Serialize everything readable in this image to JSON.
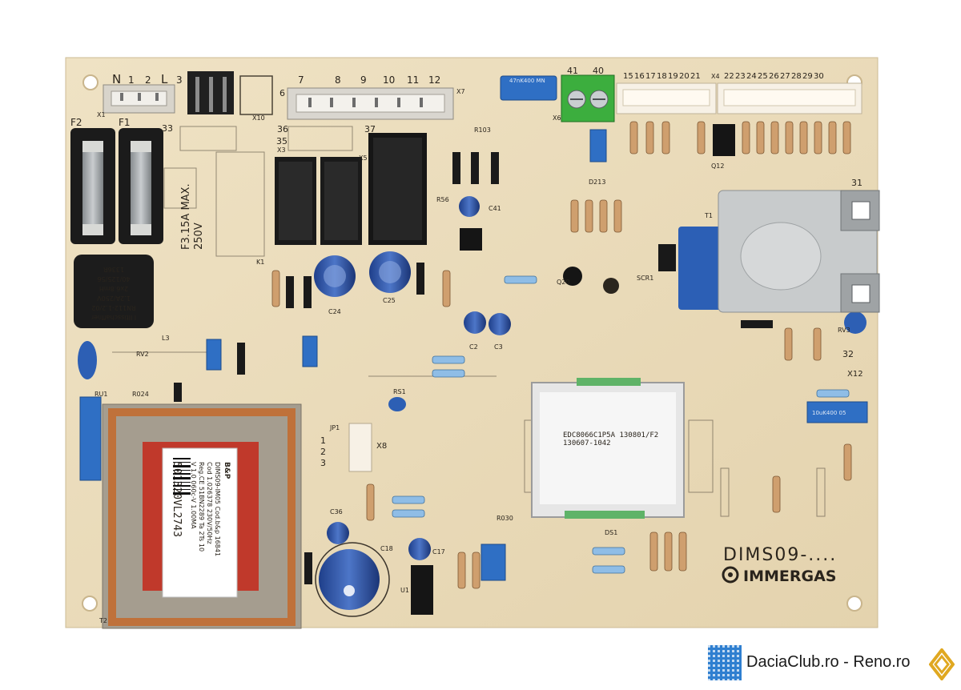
{
  "pcb": {
    "board_model": "DIMS09-....",
    "brand": "IMMERGAS",
    "fuse_text": [
      "F3.15A MAX.",
      "250V"
    ],
    "fuse_labels": [
      "F2",
      "F1"
    ],
    "mains_labels": [
      "N",
      "1",
      "2",
      "L",
      "3"
    ],
    "connector_numbers_top": [
      "7",
      "8",
      "9",
      "10",
      "11",
      "12"
    ],
    "connector_numbers_right": [
      "15",
      "16",
      "17",
      "18",
      "19",
      "20",
      "21",
      "22",
      "23",
      "24",
      "25",
      "26",
      "27",
      "28",
      "29",
      "30"
    ],
    "terminal_numbers": [
      "41",
      "40"
    ],
    "connector_ids": [
      "X1",
      "X10",
      "X7",
      "X3",
      "X5",
      "X6",
      "X4",
      "X8",
      "X12",
      "33",
      "35",
      "36",
      "37",
      "31",
      "32",
      "6"
    ],
    "component_labels": [
      "R103",
      "C41",
      "R56",
      "D213",
      "Q12",
      "T1",
      "SCR1",
      "Q20",
      "RV3",
      "K1",
      "C24",
      "C25",
      "C2",
      "C3",
      "RS1",
      "JP1",
      "C36",
      "C18",
      "C17",
      "U1",
      "DS1",
      "RV2",
      "R024",
      "RU1",
      "L3",
      "T2",
      "R030"
    ],
    "jumper_numbers": [
      "1",
      "2",
      "3"
    ],
    "display_module_text": [
      "EDC8066C1P5A 130801/F2",
      "130607-1042"
    ],
    "filter_text": [
      "I Iltisschaffner",
      "RN112-1.2/02",
      "1.2A/250V",
      "2x6.8mH",
      "40/125/56",
      "1336R"
    ],
    "transformer_label": {
      "brand": "B&P",
      "lines": [
        "DIMS09-IM05   Cod.b&p 16841",
        "Cod 1.026378   230V/50Hz",
        "Reg.CE 51BN2289  Ta 2Ts 10",
        "V 1.0  060c-V 1.00MA"
      ],
      "serial": "501320VL2743"
    },
    "capacitor_text": [
      "47nK400 MN",
      "10uK400 05"
    ]
  },
  "watermark": {
    "text": "DaciaClub.ro - Reno.ro"
  }
}
